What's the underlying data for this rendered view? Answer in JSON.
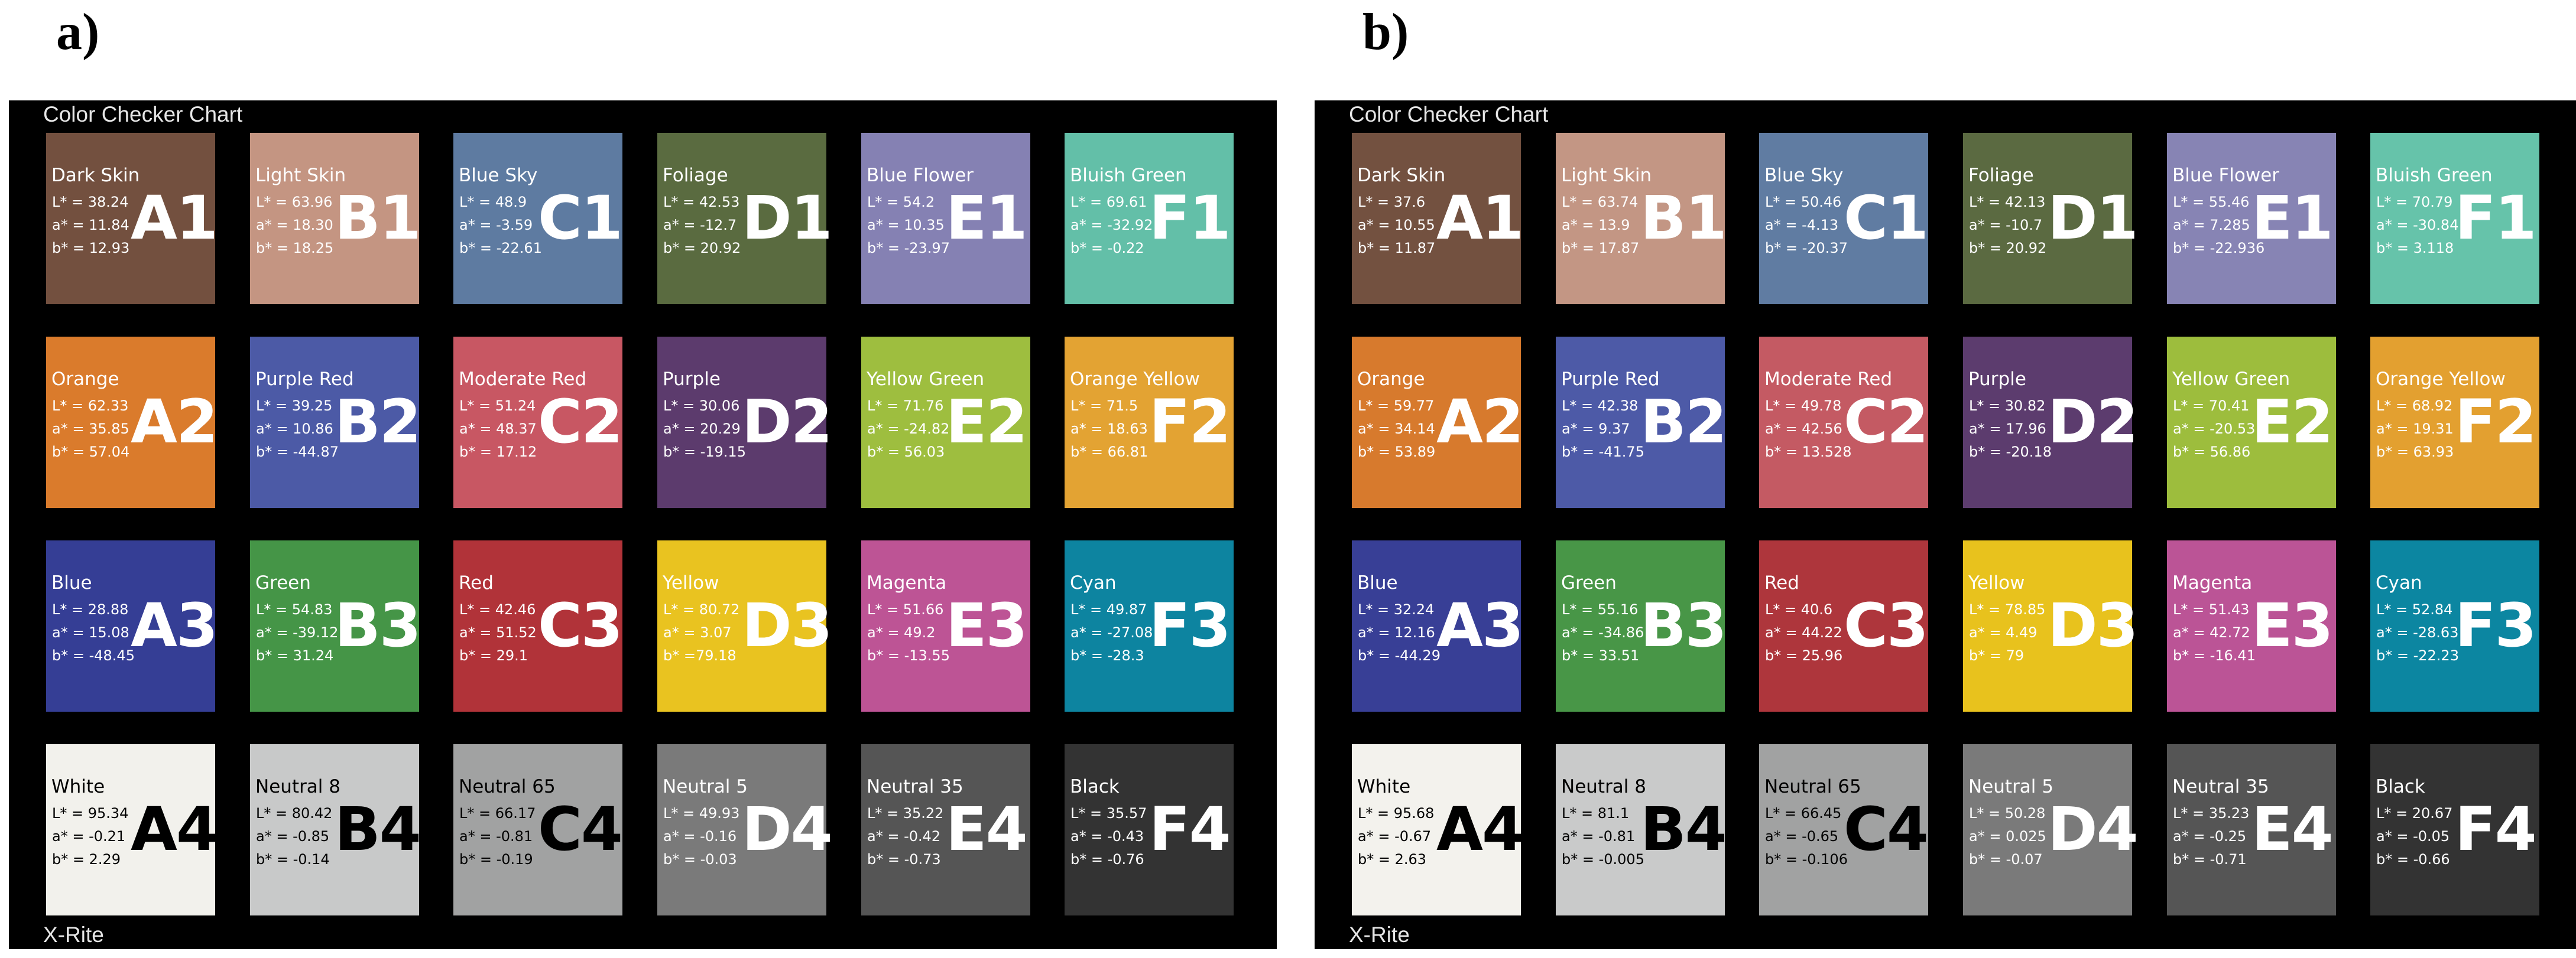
{
  "panels": [
    {
      "label": "a)",
      "title": "Color Checker Chart",
      "footer": "X-Rite",
      "patches": [
        {
          "id": "A1",
          "name": "Dark Skin",
          "L": "L* = 38.24",
          "a": "a* = 11.84",
          "b": "b* = 12.93",
          "color": "#73503f",
          "text": "dark"
        },
        {
          "id": "B1",
          "name": "Light Skin",
          "L": "L* = 63.96",
          "a": "a* = 18.30",
          "b": "b* = 18.25",
          "color": "#c49582",
          "text": "dark"
        },
        {
          "id": "C1",
          "name": "Blue Sky",
          "L": "L* = 48.9",
          "a": "a* = -3.59",
          "b": "b* = -22.61",
          "color": "#5e7ba1",
          "text": "dark"
        },
        {
          "id": "D1",
          "name": "Foliage",
          "L": "L* = 42.53",
          "a": "a* = -12.7",
          "b": "b* = 20.92",
          "color": "#5a6b40",
          "text": "dark"
        },
        {
          "id": "E1",
          "name": "Blue Flower",
          "L": "L* = 54.2",
          "a": "a* = 10.35",
          "b": "b* = -23.97",
          "color": "#8581b3",
          "text": "dark"
        },
        {
          "id": "F1",
          "name": "Bluish Green",
          "L": "L* = 69.61",
          "a": "a* = -32.92",
          "b": "b* = -0.22",
          "color": "#63bfa8",
          "text": "dark"
        },
        {
          "id": "A2",
          "name": "Orange",
          "L": "L* = 62.33",
          "a": "a* = 35.85",
          "b": "b* = 57.04",
          "color": "#da7b2c",
          "text": "dark"
        },
        {
          "id": "B2",
          "name": "Purple Red",
          "L": "L* = 39.25",
          "a": "a* = 10.86",
          "b": "b* = -44.87",
          "color": "#4c5aa6",
          "text": "dark"
        },
        {
          "id": "C2",
          "name": "Moderate Red",
          "L": "L* = 51.24",
          "a": "a* = 48.37",
          "b": "b* = 17.12",
          "color": "#c85763",
          "text": "dark"
        },
        {
          "id": "D2",
          "name": "Purple",
          "L": "L* = 30.06",
          "a": "a* = 20.29",
          "b": "b* = -19.15",
          "color": "#5c3b6d",
          "text": "dark"
        },
        {
          "id": "E2",
          "name": "Yellow Green",
          "L": "L* = 71.76",
          "a": "a* = -24.82",
          "b": "b* = 56.03",
          "color": "#9ebe3f",
          "text": "dark"
        },
        {
          "id": "F2",
          "name": "Orange Yellow",
          "L": "L* = 71.5",
          "a": "a* = 18.63",
          "b": "b* = 66.81",
          "color": "#e3a333",
          "text": "dark"
        },
        {
          "id": "A3",
          "name": "Blue",
          "L": "L* = 28.88",
          "a": "a* = 15.08",
          "b": "b* = -48.45",
          "color": "#353e95",
          "text": "dark"
        },
        {
          "id": "B3",
          "name": "Green",
          "L": "L* = 54.83",
          "a": "a* = -39.12",
          "b": "b* = 31.24",
          "color": "#459547",
          "text": "dark"
        },
        {
          "id": "C3",
          "name": "Red",
          "L": "L* = 42.46",
          "a": "a* = 51.52",
          "b": "b* = 29.1",
          "color": "#b13339",
          "text": "dark"
        },
        {
          "id": "D3",
          "name": "Yellow",
          "L": "L* = 80.72",
          "a": "a* = 3.07",
          "b": "b* =79.18",
          "color": "#e9c320",
          "text": "dark"
        },
        {
          "id": "E3",
          "name": "Magenta",
          "L": "L* = 51.66",
          "a": "a* = 49.2",
          "b": "b* = -13.55",
          "color": "#bd5495",
          "text": "dark"
        },
        {
          "id": "F3",
          "name": "Cyan",
          "L": "L* = 49.87",
          "a": "a* = -27.08",
          "b": "b* = -28.3",
          "color": "#0d84a0",
          "text": "dark"
        },
        {
          "id": "A4",
          "name": "White",
          "L": "L* = 95.34",
          "a": "a* = -0.21",
          "b": "b* = 2.29",
          "color": "#f2f1ec",
          "text": "light"
        },
        {
          "id": "B4",
          "name": "Neutral 8",
          "L": "L* = 80.42",
          "a": "a* = -0.85",
          "b": "b* = -0.14",
          "color": "#c8c9c9",
          "text": "light"
        },
        {
          "id": "C4",
          "name": "Neutral 65",
          "L": "L* = 66.17",
          "a": "a* = -0.81",
          "b": "b* = -0.19",
          "color": "#a1a2a2",
          "text": "light"
        },
        {
          "id": "D4",
          "name": "Neutral 5",
          "L": "L* = 49.93",
          "a": "a* = -0.16",
          "b": "b* = -0.03",
          "color": "#7a7a7a",
          "text": "dark"
        },
        {
          "id": "E4",
          "name": "Neutral 35",
          "L": "L* = 35.22",
          "a": "a* = -0.42",
          "b": "b* = -0.73",
          "color": "#555555",
          "text": "dark"
        },
        {
          "id": "F4",
          "name": "Black",
          "L": "L* = 35.57",
          "a": "a* = -0.43",
          "b": "b* = -0.76",
          "color": "#333333",
          "text": "dark"
        }
      ]
    },
    {
      "label": "b)",
      "title": "Color Checker Chart",
      "footer": "X-Rite",
      "patches": [
        {
          "id": "A1",
          "name": "Dark Skin",
          "L": "L* = 37.6",
          "a": "a* = 10.55",
          "b": "b* = 11.87",
          "color": "#735140",
          "text": "dark"
        },
        {
          "id": "B1",
          "name": "Light Skin",
          "L": "L* = 63.74",
          "a": "a* = 13.9",
          "b": "b* = 17.87",
          "color": "#c39684",
          "text": "dark"
        },
        {
          "id": "C1",
          "name": "Blue Sky",
          "L": "L* = 50.46",
          "a": "a* = -4.13",
          "b": "b* = -20.37",
          "color": "#607ca2",
          "text": "dark"
        },
        {
          "id": "D1",
          "name": "Foliage",
          "L": "L* = 42.13",
          "a": "a* = -10.7",
          "b": "b* = 20.92",
          "color": "#5b6a41",
          "text": "dark"
        },
        {
          "id": "E1",
          "name": "Blue Flower",
          "L": "L* = 55.46",
          "a": "a* = 7.285",
          "b": "b* = -22.936",
          "color": "#8784b4",
          "text": "dark"
        },
        {
          "id": "F1",
          "name": "Bluish Green",
          "L": "L* = 70.79",
          "a": "a* = -30.84",
          "b": "b* = 3.118",
          "color": "#66c3aa",
          "text": "dark"
        },
        {
          "id": "A2",
          "name": "Orange",
          "L": "L* = 59.77",
          "a": "a* = 34.14",
          "b": "b* = 53.89",
          "color": "#d77a2d",
          "text": "dark"
        },
        {
          "id": "B2",
          "name": "Purple Red",
          "L": "L* = 42.38",
          "a": "a* = 9.37",
          "b": "b* = -41.75",
          "color": "#4d5aa7",
          "text": "dark"
        },
        {
          "id": "C2",
          "name": "Moderate Red",
          "L": "L* = 49.78",
          "a": "a* = 42.56",
          "b": "b* = 13.528",
          "color": "#c45a63",
          "text": "dark"
        },
        {
          "id": "D2",
          "name": "Purple",
          "L": "L* = 30.82",
          "a": "a* = 17.96",
          "b": "b* = -20.18",
          "color": "#5c3c6e",
          "text": "dark"
        },
        {
          "id": "E2",
          "name": "Yellow Green",
          "L": "L* = 70.41",
          "a": "a* = -20.53",
          "b": "b* = 56.86",
          "color": "#9dbd3d",
          "text": "dark"
        },
        {
          "id": "F2",
          "name": "Orange Yellow",
          "L": "L* = 68.92",
          "a": "a* = 19.31",
          "b": "b* = 63.93",
          "color": "#e3a030",
          "text": "dark"
        },
        {
          "id": "A3",
          "name": "Blue",
          "L": "L* = 32.24",
          "a": "a* = 12.16",
          "b": "b* = -44.29",
          "color": "#383f96",
          "text": "dark"
        },
        {
          "id": "B3",
          "name": "Green",
          "L": "L* = 55.16",
          "a": "a* = -34.86",
          "b": "b* = 33.51",
          "color": "#489647",
          "text": "dark"
        },
        {
          "id": "C3",
          "name": "Red",
          "L": "L* = 40.6",
          "a": "a* = 44.22",
          "b": "b* = 25.96",
          "color": "#ae363c",
          "text": "dark"
        },
        {
          "id": "D3",
          "name": "Yellow",
          "L": "L* = 78.85",
          "a": "a* = 4.49",
          "b": "b* = 79",
          "color": "#e8c21d",
          "text": "dark"
        },
        {
          "id": "E3",
          "name": "Magenta",
          "L": "L* = 51.43",
          "a": "a* = 42.72",
          "b": "b* = -16.41",
          "color": "#bb5496",
          "text": "dark"
        },
        {
          "id": "F3",
          "name": "Cyan",
          "L": "L* = 52.84",
          "a": "a* = -28.63",
          "b": "b* = -22.23",
          "color": "#0c86a1",
          "text": "dark"
        },
        {
          "id": "A4",
          "name": "White",
          "L": "L* = 95.68",
          "a": "a* = -0.67",
          "b": "b* = 2.63",
          "color": "#f3f2ed",
          "text": "light"
        },
        {
          "id": "B4",
          "name": "Neutral 8",
          "L": "L* = 81.1",
          "a": "a* = -0.81",
          "b": "b* = -0.005",
          "color": "#c9caca",
          "text": "light"
        },
        {
          "id": "C4",
          "name": "Neutral 65",
          "L": "L* = 66.45",
          "a": "a* = -0.65",
          "b": "b* = -0.106",
          "color": "#a1a2a2",
          "text": "light"
        },
        {
          "id": "D4",
          "name": "Neutral 5",
          "L": "L* = 50.28",
          "a": "a* = 0.025",
          "b": "b* = -0.07",
          "color": "#7a7a7a",
          "text": "dark"
        },
        {
          "id": "E4",
          "name": "Neutral 35",
          "L": "L* = 35.23",
          "a": "a* = -0.25",
          "b": "b* = -0.71",
          "color": "#555555",
          "text": "dark"
        },
        {
          "id": "F4",
          "name": "Black",
          "L": "L* = 20.67",
          "a": "a* = -0.05",
          "b": "b* = -0.66",
          "color": "#333333",
          "text": "dark"
        }
      ]
    }
  ]
}
